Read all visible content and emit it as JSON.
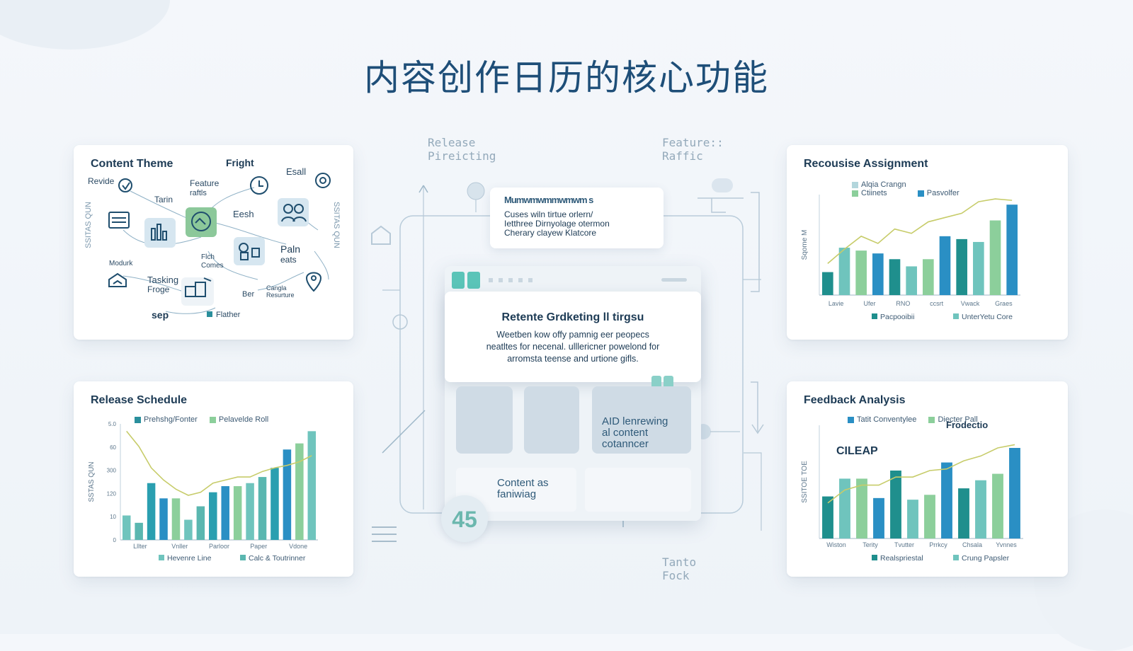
{
  "title": "内容创作日历的核心功能",
  "float_labels": {
    "release_top": [
      "Release",
      "Pireicting"
    ],
    "feature_top": [
      "Feature::",
      "Raffic"
    ],
    "tanto": [
      "Tanto",
      "Fock"
    ]
  },
  "content_theme": {
    "title": "Content Theme",
    "labels": [
      "Revide",
      "Tarin",
      "Feature",
      "raftls",
      "Fright",
      "Esall",
      "Eesh",
      "Paln",
      "eats",
      "Flch",
      "Comes",
      "Modurk",
      "Tasking",
      "Froge",
      "Ber",
      "Cangla",
      "Resurture",
      "sep",
      "Flather"
    ],
    "side_left": "SSITAS QUN",
    "side_right": "SSITAS QUN",
    "icons": [
      "compass-icon",
      "calendar-icon",
      "clock-icon",
      "pencil-icon",
      "users-icon",
      "folder-icon",
      "chart-icon",
      "vr-icon",
      "home-icon",
      "cart-icon",
      "pin-icon",
      "swirl-icon"
    ]
  },
  "center": {
    "top_card_heading": "Mumwmwmmwmwm s",
    "top_card_lines": [
      "Cuses wiln tirtue orlern/",
      "Ietthree Dirnyolage otermon",
      "Cherary clayew Klatcore"
    ],
    "main_heading": "Retente Grdketing ll tirgsu",
    "main_lines": [
      "Weetben kow offy pamnig eer peopecs",
      "neatltes for necenal. ulllericner powelond for",
      "arromsta teense and urtione gifls."
    ],
    "tile_text": [
      "AID lenrewing",
      "al content",
      "cotanncer"
    ],
    "bottom_text": [
      "Content as",
      "faniwiag"
    ],
    "badge": "45"
  },
  "resource": {
    "title": "Recousise Assignment",
    "legend": [
      "Alqia Crangn",
      "Ctiinets",
      "Pasvolfer"
    ],
    "y_label": "Sqome M",
    "categories": [
      "Lavie",
      "Ufer",
      "RNO",
      "ccsrt",
      "Vwack",
      "Graes"
    ],
    "bottom_legend": [
      "Pacpooibii",
      "UnterYetu Core"
    ],
    "colors": [
      "#1f8f8d",
      "#6fc4bd",
      "#8ccf9b",
      "#2a8fc4"
    ]
  },
  "release": {
    "title": "Release Schedule",
    "legend": [
      "Prehshg/Fonter",
      "Pelavelde Roll"
    ],
    "y_label": "SSTAS QUN",
    "y_ticks": [
      "5.0",
      "60",
      "300",
      "120",
      "10",
      "0"
    ],
    "categories": [
      "Lllter",
      "Vnller",
      "Parloor",
      "Paper",
      "Vdone"
    ],
    "bottom_legend": [
      "Hevenre Line",
      "Calc & Toutrinner"
    ]
  },
  "feedback": {
    "title": "Feedback Analysis",
    "legend": [
      "Tatit Conventylee",
      "Diecter Pall"
    ],
    "annotations": [
      "CILEAP",
      "Frodectio"
    ],
    "y_label": "SSITOE TOE",
    "categories": [
      "Wiston",
      "Terity",
      "Tvutter",
      "Prrkcy",
      "Chsala",
      "Yvnnes"
    ],
    "bottom_legend": [
      "Realspriestal",
      "Crung Papsler"
    ]
  },
  "chart_data": [
    {
      "type": "bar",
      "title": "Recousise Assignment",
      "categories": [
        "Lavie",
        "Ufer",
        "RNO",
        "ccsrt",
        "Vwack",
        "Graes"
      ],
      "series": [
        {
          "name": "Ctiinets",
          "values": [
            1.6,
            3.3,
            3.1,
            2.9,
            2.5,
            2.0,
            2.5,
            4.1,
            3.9,
            3.7,
            5.2,
            6.3
          ]
        }
      ],
      "trend": [
        2.2,
        3.2,
        4.1,
        3.6,
        4.6,
        4.3,
        5.1,
        5.4,
        5.7,
        6.5,
        6.7,
        6.6
      ],
      "ylim": [
        0,
        7
      ]
    },
    {
      "type": "bar",
      "title": "Release Schedule",
      "categories": [
        "Lllter",
        "Vnller",
        "Parloor",
        "Paper",
        "Vdone"
      ],
      "series": [
        {
          "name": "Prehshg/Fonter",
          "values": [
            40,
            28,
            93,
            68,
            68,
            33,
            55,
            78,
            88,
            88,
            93,
            103,
            118,
            148,
            158,
            178
          ]
        }
      ],
      "trend": [
        178,
        153,
        118,
        98,
        83,
        73,
        78,
        93,
        98,
        103,
        103,
        112,
        118,
        122,
        128,
        138
      ],
      "ylim": [
        0,
        190
      ]
    },
    {
      "type": "bar",
      "title": "Feedback Analysis",
      "categories": [
        "Wiston",
        "Terity",
        "Tvutter",
        "Prrkcy",
        "Chsala",
        "Yvnnes"
      ],
      "series": [
        {
          "name": "Tatit Conventylee",
          "values": [
            2.6,
            3.7,
            3.7,
            2.5,
            4.2,
            2.4,
            2.7,
            4.7,
            3.1,
            3.6,
            4.0,
            5.6
          ]
        }
      ],
      "trend": [
        2.2,
        3.0,
        3.3,
        3.3,
        3.8,
        3.8,
        4.2,
        4.3,
        4.8,
        5.1,
        5.6,
        5.8
      ],
      "ylim": [
        0,
        7
      ]
    }
  ]
}
